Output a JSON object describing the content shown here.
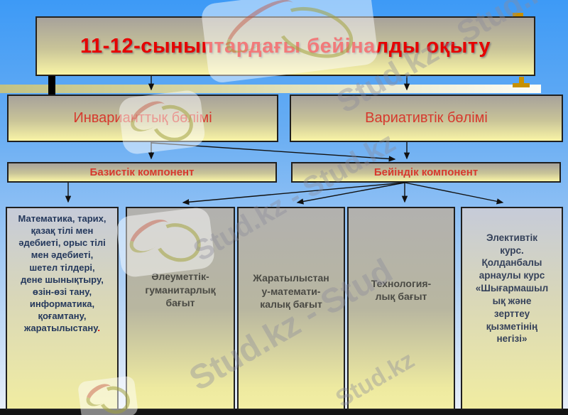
{
  "slide": {
    "title": "11-12-сыныптардағы бейіналды оқыту",
    "level2": [
      {
        "label": "Инварианттық бөлімі"
      },
      {
        "label": "Вариативтік бөлімі"
      }
    ],
    "level3": [
      {
        "label": "Базистік компонент"
      },
      {
        "label": "Бейіндік компонент"
      }
    ],
    "leaves": [
      {
        "text": "Математика, тарих,\nқазақ тілі мен\nәдебиеті, орыс тілі\nмен әдебиеті,\nшетел тілдері,\nдене шынықтыру,\nөзін-өзі тану,\nинформатика,\nқоғамтану,\nжаратылыстану",
        "period": "."
      },
      {
        "text": "Әлеуметтік-\nгуманитарлық\nбағыт"
      },
      {
        "text": "Жаратылыстан\nу-математи-\nкалық бағыт"
      },
      {
        "text": "Технология-\nлық бағыт"
      },
      {
        "text": "Элективтік\nкурс.\nҚолданбалы\nарнаулы курс\n«Шығармашыл\nық және\nзерттеу\nқызметінің\nнегізі»"
      }
    ]
  },
  "watermark": {
    "full": "Stud.kz - Stud.kz",
    "partial": "Stud.kz - Stud",
    "short": "Stud.kz"
  },
  "colors": {
    "title-red": "#e60000",
    "node-red": "#d6392e",
    "navy-text": "#24385c",
    "gray-text": "#4a4a44",
    "elective-text": "#35415a",
    "gold": "#c79000",
    "bg-top": "#3d9af6",
    "bg-bottom": "#e9eff9"
  }
}
